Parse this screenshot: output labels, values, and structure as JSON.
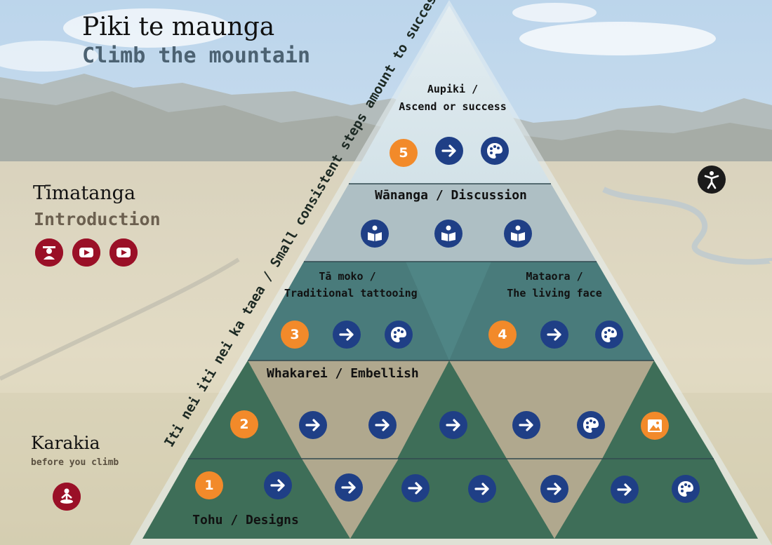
{
  "header": {
    "title": "Piki te maunga",
    "subtitle": "Climb the mountain"
  },
  "intro": {
    "title": "Tīmatanga",
    "subtitle": "Introduction",
    "icons": [
      "person-presenting-icon",
      "youtube-icon",
      "youtube-icon"
    ]
  },
  "karakia": {
    "title": "Karakia",
    "subtitle": "before you climb",
    "icon": "meditation-icon"
  },
  "side_quote": "Iti nei iti nei ka taea / Small consistent steps amount to success",
  "levels": {
    "aupiki": {
      "line1": "Aupiki /",
      "line2": "Ascend or success",
      "number": "5"
    },
    "wananga": {
      "label": "Wānanga / Discussion"
    },
    "tamoko": {
      "line1": "Tā moko /",
      "line2": "Traditional tattooing",
      "number": "3"
    },
    "mataora": {
      "line1": "Mataora /",
      "line2": "The living face",
      "number": "4"
    },
    "whakarei": {
      "label": "Whakarei / Embellish",
      "number": "2"
    },
    "tohu": {
      "label": "Tohu / Designs",
      "number": "1"
    }
  },
  "colors": {
    "accent_orange": "#f28a2a",
    "button_navy": "#1f3f86",
    "intro_red": "#9a1027",
    "tier_dark_green": "#3e6e58",
    "tier_teal": "#4f8585",
    "tier_tan": "#b0a88e"
  },
  "accessibility_icon": "accessibility-person-icon"
}
